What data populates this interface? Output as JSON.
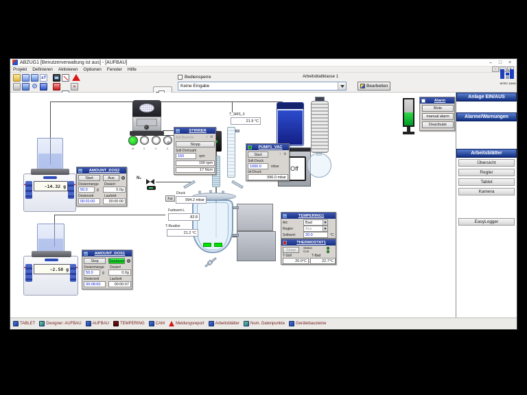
{
  "window": {
    "title": "ABZUG1  [Benutzerverwaltung ist aus] - [AUFBAU]",
    "minimize": "–",
    "maximize": "□",
    "close": "×"
  },
  "menu": {
    "items": [
      "Projekt",
      "Definieren",
      "Aktivieren",
      "Optionen",
      "Fenster",
      "Hilfe"
    ]
  },
  "toolbar": {
    "bediensperre": "Bediensperre",
    "klasse": "Arbeitsblattklasse 1",
    "combo": "Keine Eingabe",
    "bearbeiten": "Bearbeiten",
    "logo": "HITEC ZANG",
    "st_icon": "sT"
  },
  "icons": {
    "gear": "⚙",
    "updown": "↕",
    "delete": "×"
  },
  "sidebar": {
    "anlage": "Anlage EIN/AUS",
    "alarme": "Alarme/Warnungen",
    "arbeitsblaetter": "Arbeitsblätter",
    "items": [
      "Übersicht",
      "Regler",
      "Tablet",
      "Kamera"
    ],
    "easylogger": "EasyLogger"
  },
  "scales": {
    "top_display": "-14.32 g",
    "bottom_display": "-2.58 g"
  },
  "gauges": {
    "labels": [
      "M",
      "0",
      "0",
      "0"
    ]
  },
  "dos2": {
    "title": "AMOUNT_DOS2",
    "btn_start": "Start",
    "btn_aus": "Aus",
    "l_menge": "Dosiermenge",
    "v_menge": "50.0",
    "u_menge": "g",
    "l_dosiert": "Dosiert",
    "v_dosiert": "0.0g",
    "l_zeit": "Dosierzeit",
    "v_zeit": "00:01:00",
    "l_laufzeit": "Laufzeit",
    "v_laufzeit": "00:00:00"
  },
  "dos1": {
    "title": "AMOUNT_DOS1",
    "btn_stop": "Stop",
    "btn_dosieren": "Dosieren",
    "l_menge": "Dosiermenge",
    "v_menge": "50.0",
    "u_menge": "g",
    "l_dosiert": "Dosiert",
    "v_dosiert": "0.0g",
    "l_zeit": "Dosierzeit",
    "v_zeit": "00:08:00",
    "l_laufzeit": "Laufzeit",
    "v_laufzeit": "00:00:07"
  },
  "stirrer": {
    "title": "STIRRER",
    "remote": "Auf Remote",
    "stopp": "Stopp",
    "l_soll": "Soll-Drehzahl",
    "v_soll": "150",
    "unit": "rpm",
    "v_ist": "150 rpm",
    "v_torque": "17 Ncm"
  },
  "pump": {
    "title": "PUMP1_VAC",
    "start": "Start",
    "l_soll": "Soll-Druck",
    "v_soll": "1000.0",
    "unit": "mbar",
    "l_ist": "Ist-Druck",
    "v_ist": "996.0 mbar",
    "device_display": "Off"
  },
  "tempering": {
    "title": "TEMPERING1",
    "l_art": "Art:",
    "v_art": "Bad",
    "l_regler": "Regler:",
    "v_regler": "Aus",
    "l_soll": "Sollwert:",
    "v_soll": "20.0",
    "unit": "°C"
  },
  "thermostat": {
    "title": "THERMOSTAT1",
    "stopp": "Stopp",
    "status": "Status Con",
    "l_tsoll": "T-Soll",
    "v_tsoll": "20.0°C",
    "l_tbad": "T-Bad",
    "v_tbad": "22.7°C"
  },
  "alarm": {
    "title": "Alarm",
    "mute": "Mute",
    "manual": "manual alarm",
    "deactivate": "Deactivate"
  },
  "labels": {
    "t_sms": "T_SMS_X",
    "t_sms_value": "21.9 °C",
    "n2": "N₂",
    "kal": "Kal",
    "druck": "Druck",
    "druck_value": "994.2 mbar",
    "farbwert": "Farbwert-L",
    "farbwert_value": "82.8",
    "t_reaktor": "T-Reaktor",
    "t_reaktor_value": "21.2 °C"
  },
  "statusbar": {
    "items": [
      "TABLET",
      "Designer: AUFBAU",
      "AUFBAU",
      "TEMPERING",
      "CAM",
      "Meldungsreport",
      "Arbeitsblätter",
      "Num. Datenpunkte",
      "Gerätebausteine"
    ]
  },
  "colors": {
    "header_blue": "#162f86",
    "green_on": "#00d400",
    "alarm_green": "#009a28",
    "liquid_blue": "#2c4ccd"
  }
}
